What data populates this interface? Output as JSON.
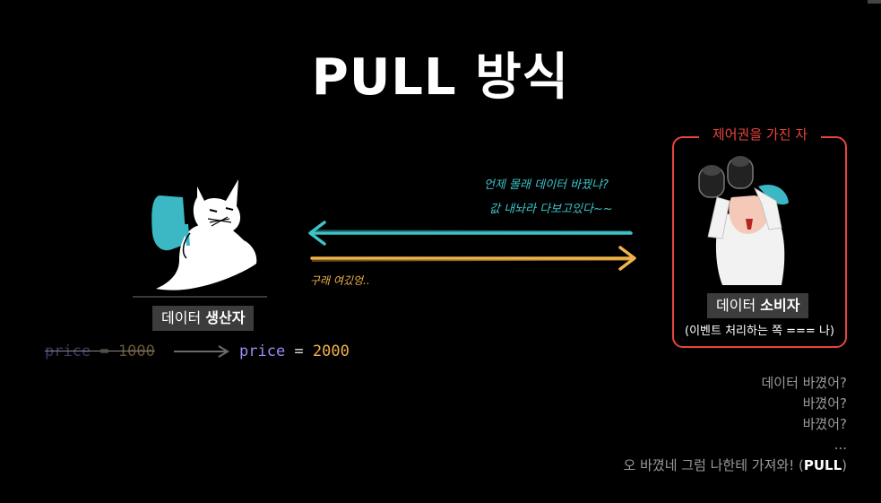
{
  "title": "PULL 방식",
  "producer": {
    "label_prefix": "데이터 ",
    "label_bold": "생산자"
  },
  "consumer": {
    "frame_title": "제어권을 가진 자",
    "label_prefix": "데이터 ",
    "label_bold": "소비자",
    "subtitle": "(이벤트 처리하는 쪽 === 나)"
  },
  "handwriting": {
    "question_line1": "언제 몰래 데이터 바꿨냐?",
    "question_line2": "값 내놔라 다보고있다~~",
    "reply": "구래 여깄엉.."
  },
  "code": {
    "old_keyword": "price",
    "old_eq": " = ",
    "old_value": "1000",
    "new_keyword": "price",
    "new_eq": " = ",
    "new_value": "2000"
  },
  "log": {
    "line1": "데이터 바꼈어?",
    "line2": "바꼈어?",
    "line3": "바꼈어?",
    "line4": "...",
    "line5_prefix": "오 바꼈네 그럼 나한테 가져와! (",
    "line5_bold": "PULL",
    "line5_suffix": ")"
  },
  "colors": {
    "background": "#000000",
    "cyan_arrow": "#3cc3c8",
    "orange_arrow": "#f0b24a",
    "frame_red": "#e8453c",
    "keyword_purple": "#9b8cf2"
  }
}
